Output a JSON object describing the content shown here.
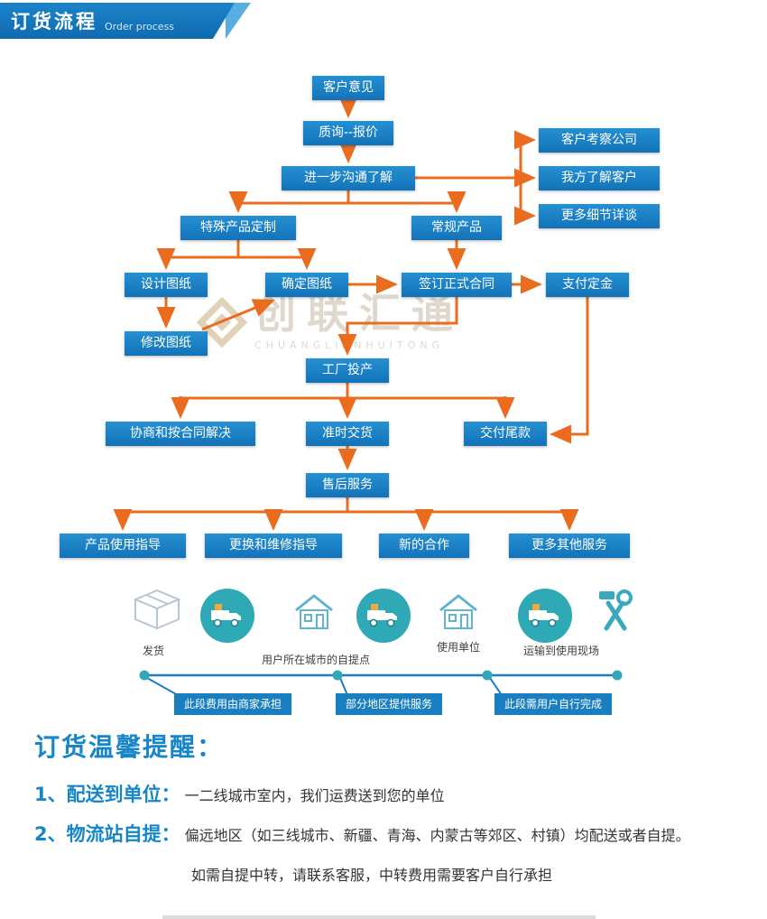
{
  "header": {
    "title_zh": "订货流程",
    "title_en": "Order process"
  },
  "watermark": {
    "name": "创联汇通",
    "sub": "CHUANGLIANHUITONG"
  },
  "flow": {
    "nodes": {
      "customer_feedback": "客户意见",
      "inquiry_quote": "质询--报价",
      "further_comm": "进一步沟通了解",
      "visit_company": "客户考察公司",
      "know_customer": "我方了解客户",
      "more_details": "更多细节详谈",
      "special_custom": "特殊产品定制",
      "regular_product": "常规产品",
      "design_drawing": "设计图纸",
      "confirm_drawing": "确定图纸",
      "sign_contract": "签订正式合同",
      "pay_deposit": "支付定金",
      "modify_drawing": "修改图纸",
      "factory_production": "工厂投产",
      "negotiate_resolve": "协商和按合同解决",
      "ontime_delivery": "准时交货",
      "pay_balance": "交付尾款",
      "after_sales": "售后服务",
      "usage_guide": "产品使用指导",
      "replace_repair": "更换和维修指导",
      "new_cooperation": "新的合作",
      "more_services": "更多其他服务"
    }
  },
  "logistics": {
    "labels": {
      "ship": "发货",
      "pickup_point": "用户所在城市的自提点",
      "use_unit": "使用单位",
      "transport_site": "运输到使用现场"
    },
    "timeline": {
      "seg1": "此段费用由商家承担",
      "seg2": "部分地区提供服务",
      "seg3": "此段需用户自行完成"
    }
  },
  "reminder": {
    "title": "订货温馨提醒：",
    "item1_num": "1、",
    "item1_label": "配送到单位：",
    "item1_text": "一二线城市室内，我们运费送到您的单位",
    "item2_num": "2、",
    "item2_label": "物流站自提：",
    "item2_text": "偏远地区（如三线城市、新疆、青海、内蒙古等郊区、村镇）均配送或者自提。",
    "note": "如需自提中转，请联系客服，中转费用需要客户自行承担"
  },
  "colors": {
    "header_blue": "#1275bc",
    "box_blue": "#1a7fc1",
    "arrow_orange": "#ea6c1f",
    "teal": "#2fa9b6",
    "reminder_blue": "#1686c8",
    "watermark_tan": "#d8cfc0"
  }
}
